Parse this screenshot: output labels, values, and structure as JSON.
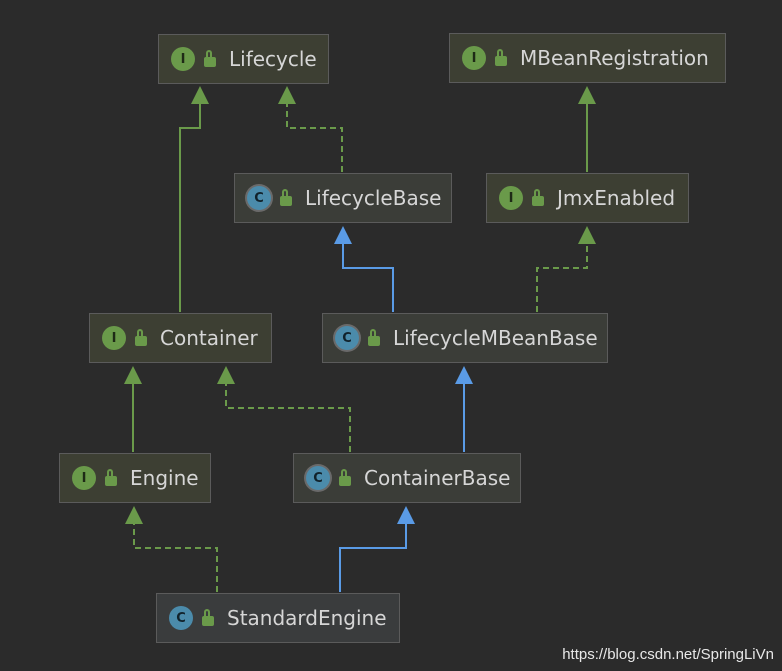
{
  "nodes": {
    "lifecycle": {
      "label": "Lifecycle",
      "kind": "I"
    },
    "mbean_registration": {
      "label": "MBeanRegistration",
      "kind": "I"
    },
    "lifecycle_base": {
      "label": "LifecycleBase",
      "kind": "C"
    },
    "jmx_enabled": {
      "label": "JmxEnabled",
      "kind": "I"
    },
    "container": {
      "label": "Container",
      "kind": "I"
    },
    "lifecycle_mbean_base": {
      "label": "LifecycleMBeanBase",
      "kind": "C"
    },
    "engine": {
      "label": "Engine",
      "kind": "I"
    },
    "container_base": {
      "label": "ContainerBase",
      "kind": "C"
    },
    "standard_engine": {
      "label": "StandardEngine",
      "kind": "C"
    }
  },
  "colors": {
    "background": "#2b2b2b",
    "interface_extends": "#6a9a4a",
    "class_extends": "#5a9be6",
    "implements": "#6a9a4a"
  },
  "watermark": "https://blog.csdn.net/SpringLiVn"
}
